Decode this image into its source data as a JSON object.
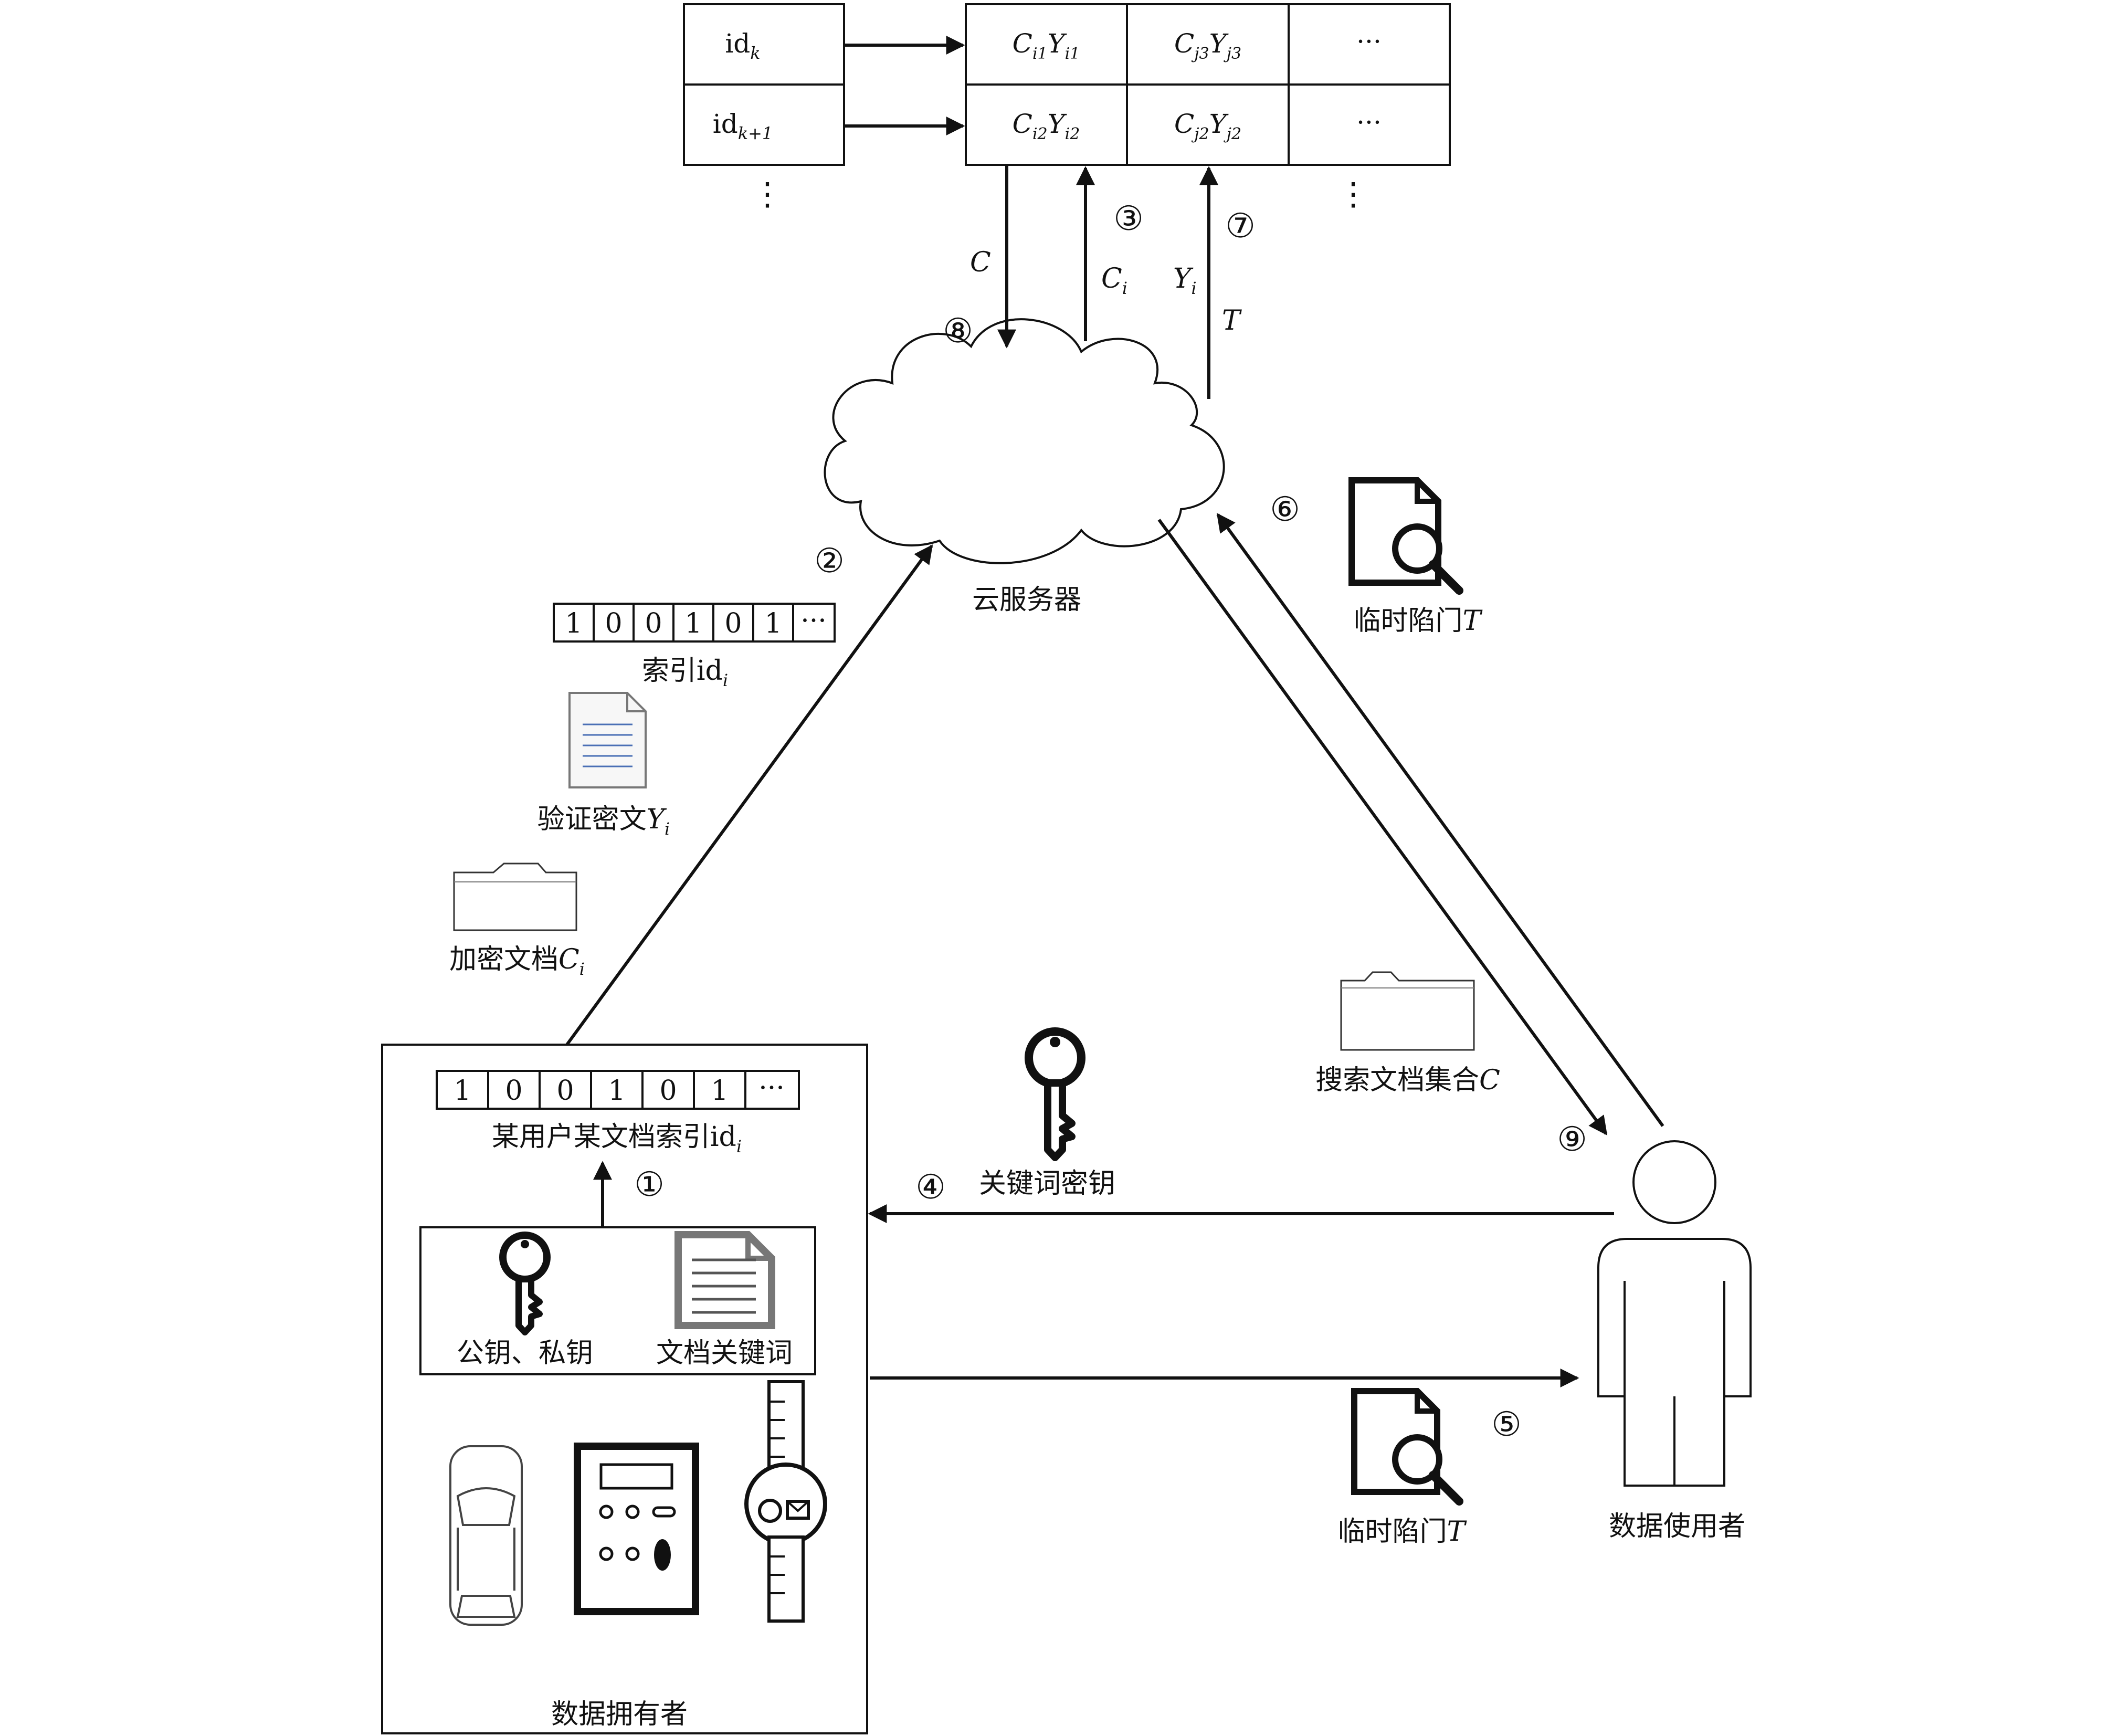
{
  "table": {
    "ids": [
      "id",
      "id"
    ],
    "id_subscripts": [
      "k",
      "k+1"
    ],
    "rows": [
      [
        {
          "a": "C",
          "as": "i1",
          "b": "Y",
          "bs": "i1"
        },
        {
          "a": "C",
          "as": "j3",
          "b": "Y",
          "bs": "j3"
        },
        {
          "text": "···"
        }
      ],
      [
        {
          "a": "C",
          "as": "i2",
          "b": "Y",
          "bs": "i2"
        },
        {
          "a": "C",
          "as": "j2",
          "b": "Y",
          "bs": "j2"
        },
        {
          "text": "···"
        }
      ]
    ],
    "vdots": "⋮"
  },
  "cloud_label": "云服务器",
  "arrows": {
    "down_c": "C",
    "up_ci": "C",
    "up_ci_sub": "i",
    "up_yi": "Y",
    "up_yi_sub": "i",
    "up_t": "T"
  },
  "steps": [
    "①",
    "②",
    "③",
    "④",
    "⑤",
    "⑥",
    "⑦",
    "⑧",
    "⑨"
  ],
  "index_bits": [
    "1",
    "0",
    "0",
    "1",
    "0",
    "1",
    "···"
  ],
  "index_label": "索引id",
  "index_label_sub": "i",
  "verify_label": "验证密文",
  "verify_var": "Y",
  "verify_sub": "i",
  "enc_doc_label": "加密文档",
  "enc_doc_var": "C",
  "enc_doc_sub": "i",
  "trapdoor_label": "临时陷门",
  "trapdoor_var": "T",
  "search_set_label": "搜索文档集合",
  "search_set_var": "C",
  "keyword_key_label": "关键词密钥",
  "owner": {
    "index_bits": [
      "1",
      "0",
      "0",
      "1",
      "0",
      "1",
      "···"
    ],
    "index_label": "某用户某文档索引id",
    "index_label_sub": "i",
    "keys_label": "公钥、私钥",
    "doc_kw_label": "文档关键词",
    "title": "数据拥有者"
  },
  "user_title": "数据使用者"
}
